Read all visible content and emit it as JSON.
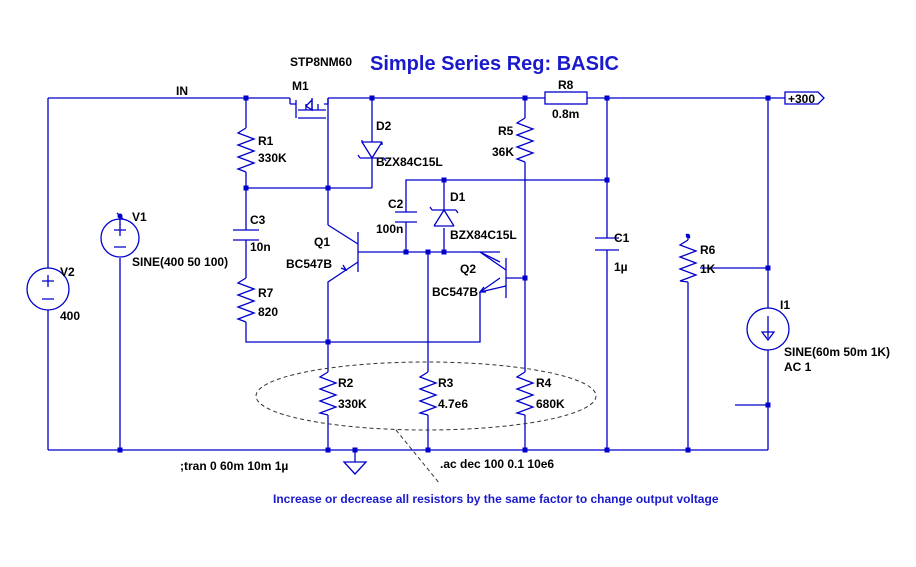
{
  "title": "Simple Series Reg: BASIC",
  "mosfet_model": "STP8NM60",
  "net_in": "IN",
  "output_flag": "+300",
  "components": {
    "M1": {
      "ref": "M1"
    },
    "R1": {
      "ref": "R1",
      "value": "330K"
    },
    "R2": {
      "ref": "R2",
      "value": "330K"
    },
    "R3": {
      "ref": "R3",
      "value": "4.7e6"
    },
    "R4": {
      "ref": "R4",
      "value": "680K"
    },
    "R5": {
      "ref": "R5",
      "value": "36K"
    },
    "R6": {
      "ref": "R6",
      "value": "1K"
    },
    "R7": {
      "ref": "R7",
      "value": "820"
    },
    "R8": {
      "ref": "R8",
      "value": "0.8m"
    },
    "C1": {
      "ref": "C1",
      "value": "1µ"
    },
    "C2": {
      "ref": "C2",
      "value": "100n"
    },
    "C3": {
      "ref": "C3",
      "value": "10n"
    },
    "D1": {
      "ref": "D1",
      "value": "BZX84C15L"
    },
    "D2": {
      "ref": "D2",
      "value": "BZX84C15L"
    },
    "Q1": {
      "ref": "Q1",
      "value": "BC547B"
    },
    "Q2": {
      "ref": "Q2",
      "value": "BC547B"
    },
    "V1": {
      "ref": "V1",
      "value": "SINE(400 50 100)"
    },
    "V2": {
      "ref": "V2",
      "value": "400"
    },
    "I1": {
      "ref": "I1",
      "value": "SINE(60m 50m 1K)",
      "ac": "AC 1"
    }
  },
  "directives": {
    "tran": ";tran 0 60m 10m 1µ",
    "ac": ".ac dec 100 0.1 10e6"
  },
  "comment": "Increase or decrease all resistors by the same factor to change output voltage",
  "colors": {
    "wire": "#0000cc",
    "title": "#1a1acc",
    "text": "#000000"
  }
}
